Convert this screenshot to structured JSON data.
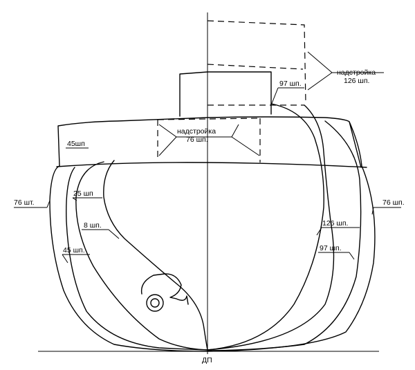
{
  "labels": {
    "superstructure_126_title": "надстройка",
    "superstructure_126_frame": "126 шп.",
    "frame_97_top": "97 шп.",
    "superstructure_76_title": "надстройка",
    "superstructure_76_frame": "76 шп.",
    "frame_45_upper": "45шп",
    "frame_76_left": "76 шт.",
    "frame_25": "25 шп",
    "frame_8": "8 шп.",
    "frame_45_lower": "45 шп.",
    "frame_126_right": "126 шп.",
    "frame_97_right": "97 шп.",
    "frame_76_right": "76 шп.",
    "centerline": "ДП"
  }
}
